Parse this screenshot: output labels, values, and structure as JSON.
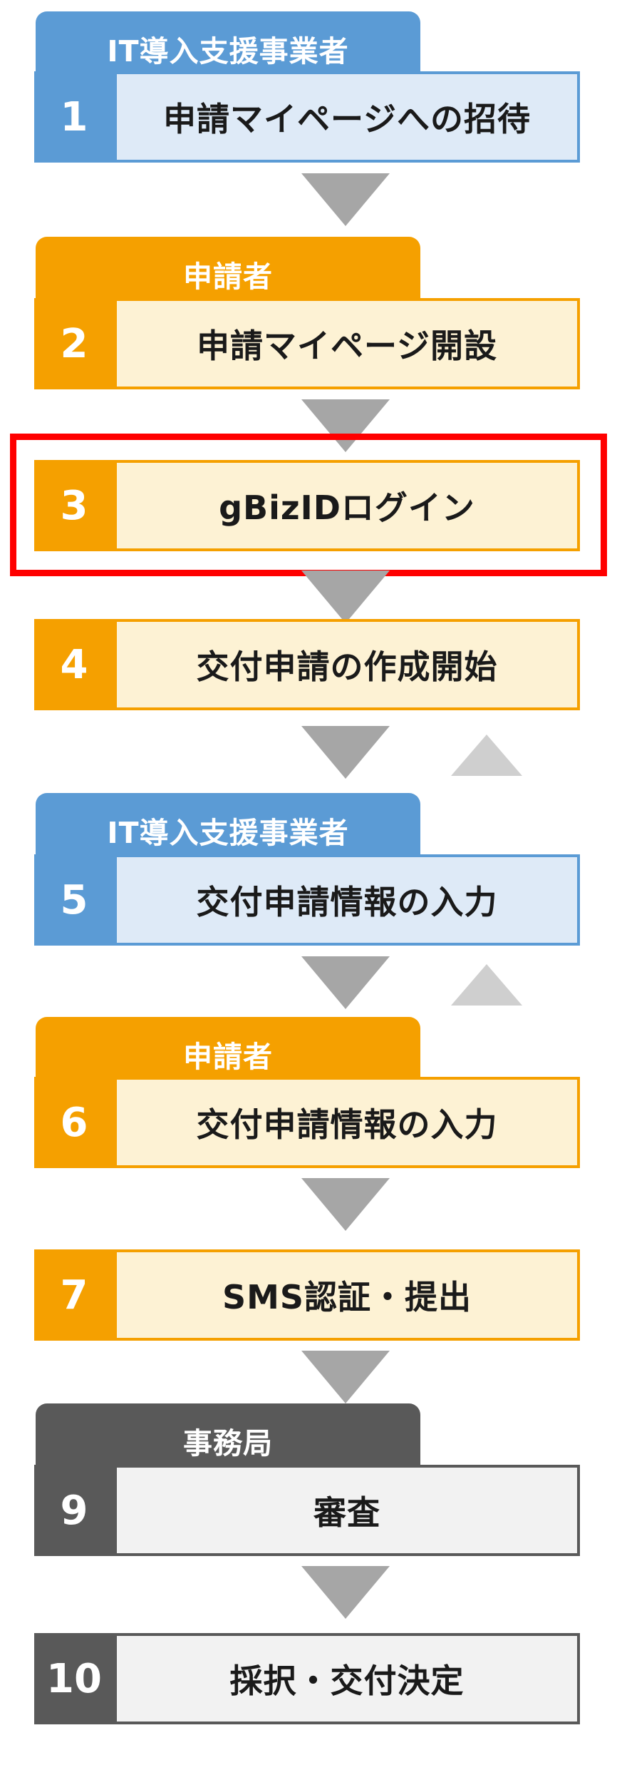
{
  "actors": {
    "vendor": "IT導入支援事業者",
    "applicant": "申請者",
    "secretariat": "事務局"
  },
  "steps": [
    {
      "number": "1",
      "label": "申請マイページへの招待"
    },
    {
      "number": "2",
      "label": "申請マイページ開設"
    },
    {
      "number": "3",
      "label": "gBizIDログイン"
    },
    {
      "number": "4",
      "label": "交付申請の作成開始"
    },
    {
      "number": "5",
      "label": "交付申請情報の入力"
    },
    {
      "number": "6",
      "label": "交付申請情報の入力"
    },
    {
      "number": "7",
      "label": "SMS認証・提出"
    },
    {
      "number": "9",
      "label": "審査"
    },
    {
      "number": "10",
      "label": "採択・交付決定"
    }
  ],
  "colors": {
    "vendor": "#5b9bd5",
    "applicant": "#f5a000",
    "secretariat": "#595959",
    "highlight": "#ff0000",
    "arrow": "#a6a6a6"
  }
}
